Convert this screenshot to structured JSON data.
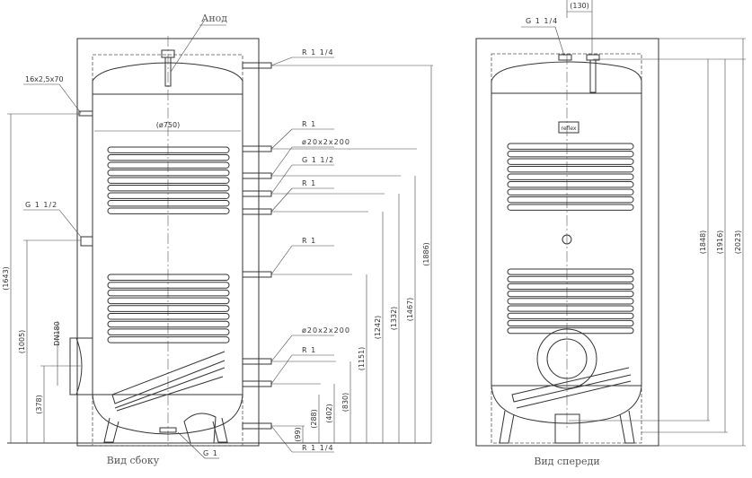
{
  "side_view": {
    "caption": "Вид сбоку",
    "anode_label": "Анод",
    "diameter": "(ø750)",
    "sensor_sleeve": "16x2,5x70",
    "left_port": "G 1 1/2",
    "flange": "DN180",
    "bottom_port": "G 1",
    "right_labels": [
      "R 1 1/4",
      "R 1",
      "ø20x2x200",
      "G 1 1/2",
      "R 1",
      "R 1",
      "ø20x2x200",
      "R 1",
      "R 1 1/4"
    ],
    "left_dims": [
      "(1643)",
      "(1005)",
      "(378)"
    ],
    "right_dims": [
      "(1886)",
      "(1467)",
      "(1332)",
      "(1242)",
      "(1151)",
      "(830)",
      "(402)",
      "(288)",
      "(99)"
    ]
  },
  "front_view": {
    "caption": "Вид спереди",
    "top_port": "G 1 1/4",
    "spacing": "(130)",
    "badge": "reflex",
    "dims": [
      "(1848)",
      "(1916)",
      "(2023)"
    ]
  }
}
